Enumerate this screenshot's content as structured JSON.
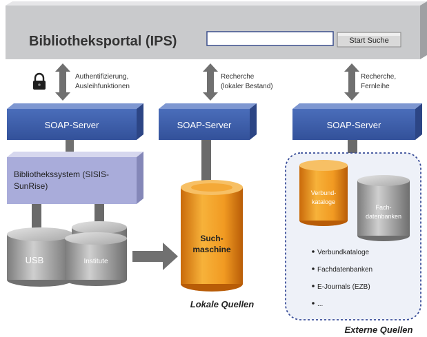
{
  "portal": {
    "title": "Bibliotheksportal (IPS)",
    "search_placeholder": "",
    "search_button": "Start Suche"
  },
  "links": {
    "left_line1": "Authentifizierung,",
    "left_line2": "Ausleihfunktionen",
    "mid_line1": "Recherche",
    "mid_line2": "(lokaler Bestand)",
    "right_line1": "Recherche,",
    "right_line2": "Fernleihe"
  },
  "soap": {
    "left": "SOAP-Server",
    "mid": "SOAP-Server",
    "right": "SOAP-Server"
  },
  "library_system": {
    "line1": "Bibliothekssystem (SISIS-",
    "line2": "SunRise)"
  },
  "databases": {
    "usb": "USB",
    "institute": "Institute",
    "search_engine_line1": "Such-",
    "search_engine_line2": "maschine",
    "verbund_line1": "Verbund-",
    "verbund_line2": "kataloge",
    "fach_line1": "Fach-",
    "fach_line2": "datenbanken"
  },
  "external_list": [
    "Verbundkataloge",
    "Fachdatenbanken",
    "E-Journals (EZB)",
    "..."
  ],
  "captions": {
    "local": "Lokale Quellen",
    "external": "Externe Quellen"
  },
  "icons": {
    "lock": "lock-icon"
  },
  "colors": {
    "soap_blue": "#3E5FA8",
    "system_lavender": "#A9ACDA",
    "portal_gray": "#C9CACC",
    "orange": "#F19A22",
    "connector_gray": "#707070"
  }
}
